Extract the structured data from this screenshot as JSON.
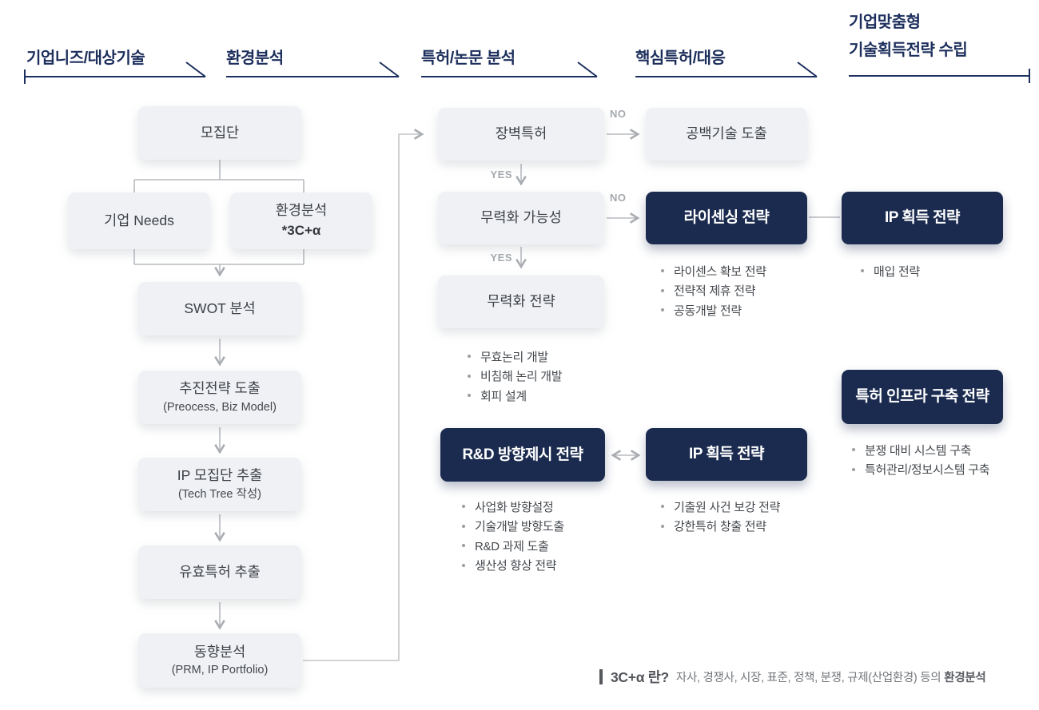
{
  "stages": [
    {
      "label": "기업니즈/대상기술"
    },
    {
      "label": "환경분석"
    },
    {
      "label": "특허/논문 분석"
    },
    {
      "label": "핵심특허/대응"
    },
    {
      "label_line1": "기업맞춤형",
      "label_line2": "기술획득전략 수립"
    }
  ],
  "labels": {
    "yes": "YES",
    "no": "NO"
  },
  "nodes": {
    "pool": {
      "label": "모집단"
    },
    "company_needs": {
      "label": "기업 Needs"
    },
    "env_analysis": {
      "label": "환경분석",
      "sub": "*3C+α"
    },
    "swot": {
      "label": "SWOT 분석"
    },
    "strategy_derive": {
      "label": "추진전략 도출",
      "sub": "(Preocess, Biz Model)"
    },
    "ip_pool_extract": {
      "label": "IP 모집단 추출",
      "sub": "(Tech Tree 작성)"
    },
    "valid_patent": {
      "label": "유효특허 추출"
    },
    "trend_analysis": {
      "label": "동향분석",
      "sub": "(PRM, IP Portfolio)"
    },
    "barrier_patent": {
      "label": "장벽특허"
    },
    "blank_tech": {
      "label": "공백기술 도출"
    },
    "neutralize_possibility": {
      "label": "무력화 가능성"
    },
    "neutralize_strategy": {
      "label": "무력화 전략",
      "bullets": [
        "무효논리 개발",
        "비침해 논리 개발",
        "회피 설계"
      ]
    },
    "rnd_direction": {
      "label": "R&D 방향제시 전략",
      "bullets": [
        "사업화 방향설정",
        "기술개발 방향도출",
        "R&D 과제 도출",
        "생산성 향상 전략"
      ]
    },
    "licensing": {
      "label": "라이센싱 전략",
      "bullets": [
        "라이센스 확보 전략",
        "전략적 제휴 전략",
        "공동개발 전략"
      ]
    },
    "ip_acquire_top": {
      "label": "IP 획득 전략",
      "bullets": [
        "매입 전략"
      ]
    },
    "ip_acquire_mid": {
      "label": "IP 획득 전략",
      "bullets": [
        "기출원 사건 보강 전략",
        "강한특허 창출 전략"
      ]
    },
    "patent_infra": {
      "label": "특허 인프라 구축 전략",
      "bullets": [
        "분쟁 대비 시스템 구축",
        "특허관리/정보시스템 구축"
      ]
    }
  },
  "footnote": {
    "term": "3C+α 란?",
    "desc": "자사, 경쟁사, 시장, 표준, 정책, 분쟁, 규제(산업환경) 등의",
    "emphasis": "환경분석"
  },
  "colors": {
    "navy_box": "#1b2b4f",
    "navy_text": "#1d2f5c",
    "light_box": "#f0f1f4",
    "line_gray": "#b7babf",
    "edge_label_gray": "#a4a9ae"
  }
}
